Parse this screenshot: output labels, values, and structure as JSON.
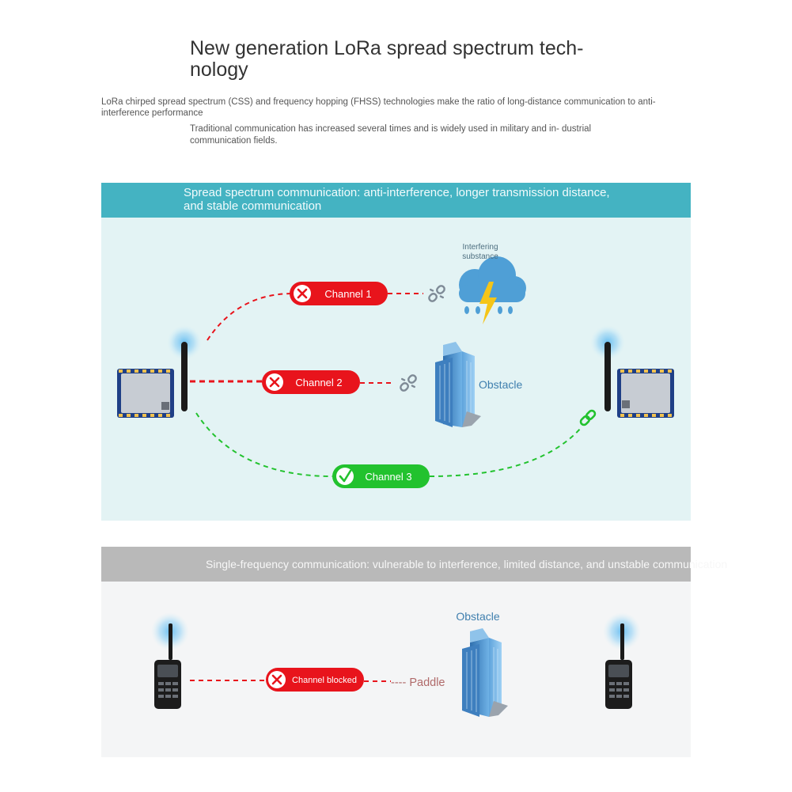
{
  "header": {
    "title": "New generation LoRa spread spectrum tech- nology",
    "subtitle_1": "LoRa chirped spread spectrum (CSS) and frequency hopping (FHSS) technologies make the ratio of long-distance communication to anti-interference performance",
    "subtitle_2": "Traditional communication has increased several times and is widely used in military and in- dustrial communication fields."
  },
  "spread_panel": {
    "banner": "Spread spectrum communication: anti-interference, longer transmission distance, and stable communication",
    "interfering_label": "Interfering substance",
    "obstacle_label": "Obstacle",
    "channels": [
      {
        "label": "Channel 1",
        "status": "blocked"
      },
      {
        "label": "Channel 2",
        "status": "blocked"
      },
      {
        "label": "Channel 3",
        "status": "ok"
      }
    ]
  },
  "single_panel": {
    "banner": "Single-frequency communication: vulnerable to interference, limited distance, and unstable communication",
    "obstacle_label": "Obstacle",
    "channel_label": "Channel blocked",
    "paddle_label": "---- Paddle"
  },
  "colors": {
    "accent_teal": "#44b3c2",
    "blocked_red": "#e8141c",
    "ok_green": "#22c22e",
    "building_blue": "#4b8fc9"
  },
  "icons": [
    "lora-module-icon",
    "antenna-icon",
    "signal-glow-icon",
    "cloud-icon",
    "lightning-icon",
    "rain-icon",
    "broken-link-icon",
    "link-icon",
    "building-icon",
    "x-icon",
    "check-icon",
    "walkie-talkie-icon"
  ]
}
